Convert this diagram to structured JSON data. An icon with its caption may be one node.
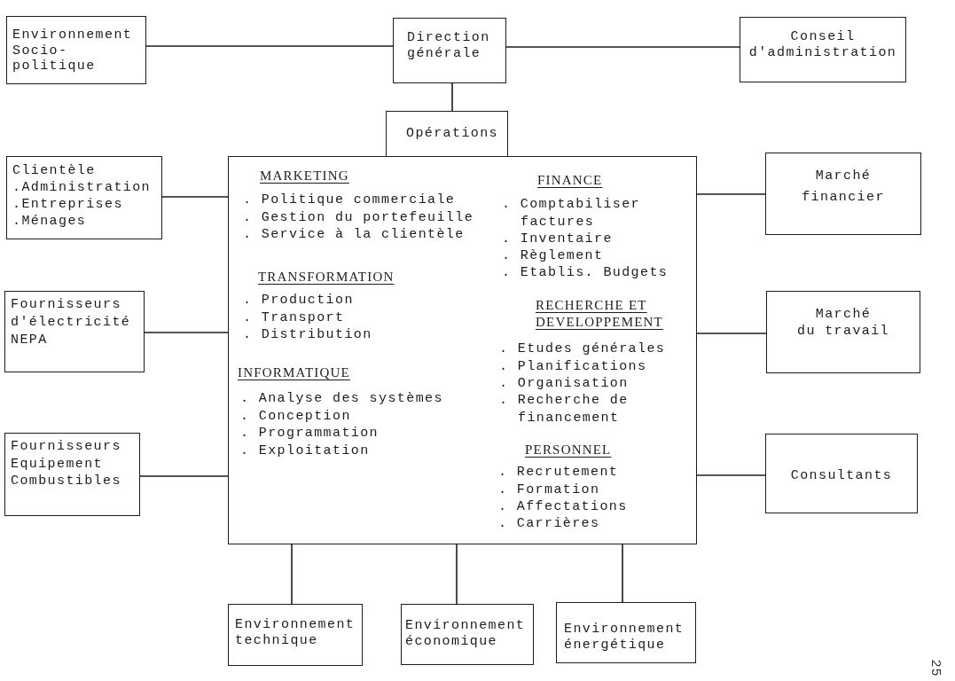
{
  "diagram": {
    "nodes": [
      {
        "text": [
          "Environnement Socio-politique"
        ]
      },
      {
        "text": [
          "Direction générale"
        ]
      },
      {
        "text": [
          "Conseil d'administration"
        ]
      },
      {
        "text": [
          "Opérations"
        ]
      },
      {
        "text": [
          "MARKETING",
          ". Politique commerciale",
          ". Gestion du portefeuille",
          ". Service à la clientèle",
          "TRANSFORMATION",
          ". Production",
          ". Transport",
          ". Distribution",
          "INFORMATIQUE",
          ". Analyse des systèmes",
          ". Conception",
          ". Programmation",
          ". Exploitation",
          "FINANCE",
          ". Comptabiliser factures",
          ". Inventaire",
          ". Règlement",
          ". Etablis. Budgets",
          "RECHERCHE ET DEVELOPPEMENT",
          ". Etudes générales",
          ". Planifications",
          ". Organisation",
          ". Recherche de financement",
          "PERSONNEL",
          ". Recrutement",
          ". Formation",
          ". Affectations",
          ". Carrières"
        ]
      },
      {
        "text": [
          "Clientèle",
          ".Administration",
          ".Entreprises",
          ".Ménages"
        ]
      },
      {
        "text": [
          "Fournisseurs d'électricité",
          "NEPA"
        ]
      },
      {
        "text": [
          "Fournisseurs",
          "Equipement",
          "Combustibles"
        ]
      },
      {
        "text": [
          "Marché financier"
        ]
      },
      {
        "text": [
          "Marché",
          "du travail"
        ]
      },
      {
        "text": [
          "Consultants"
        ]
      },
      {
        "text": [
          "Environnement technique"
        ]
      },
      {
        "text": [
          "Environnement économique"
        ]
      },
      {
        "text": [
          "Environnement énergétique"
        ]
      }
    ],
    "edges": [
      {
        "from": 0,
        "to": 1,
        "arrow": "none"
      },
      {
        "from": 1,
        "to": 2,
        "arrow": "none"
      },
      {
        "from": 1,
        "to": 3,
        "arrow": "none"
      },
      {
        "from": 5,
        "to": 4,
        "arrow": "none"
      },
      {
        "from": 6,
        "to": 4,
        "arrow": "none"
      },
      {
        "from": 7,
        "to": 4,
        "arrow": "none"
      },
      {
        "from": 4,
        "to": 8,
        "arrow": "none"
      },
      {
        "from": 4,
        "to": 9,
        "arrow": "none"
      },
      {
        "from": 4,
        "to": 10,
        "arrow": "none"
      },
      {
        "from": 4,
        "to": 11,
        "arrow": "none"
      },
      {
        "from": 4,
        "to": 12,
        "arrow": "none"
      },
      {
        "from": 4,
        "to": 13,
        "arrow": "none"
      }
    ],
    "labels": [
      "25"
    ]
  }
}
